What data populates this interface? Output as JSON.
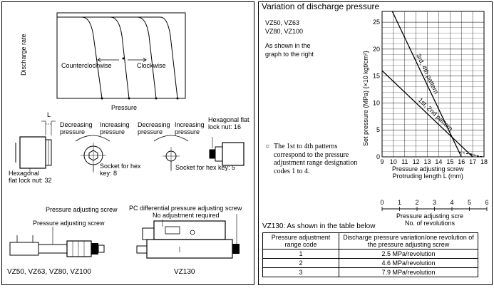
{
  "left": {
    "flow_graph": {
      "ylabel": "Discharge rate",
      "xlabel": "Pressure",
      "counterclockwise_label": "Counterclockwise",
      "clockwise_label": "Clockwise"
    },
    "dim_L": "L",
    "labels": {
      "decreasing_pressure_1": "Decreasing\npressure",
      "increasing_pressure_1": "Increasing\npressure",
      "decreasing_pressure_2": "Decreasing\npressure",
      "increasing_pressure_2": "Increasing\npressure",
      "hex_flat_lock_nut_16": "Hexagonal flat\nlock nut: 16",
      "hex_flat_lock_nut_32": "Hexagonal\nflat lock nut: 32",
      "socket_hex_key_8": "Socket for hex\nkey: 8",
      "socket_hex_key_5": "Socket for hex key: 5",
      "pressure_adjusting_screw_1": "Pressure adjusting screw",
      "pc_differential_screw": "PC differential pressure adjusting screw",
      "no_adjustment": "No adjustment required",
      "pressure_adjusting_screw_2": "Pressure adjusting screw",
      "models_left": "VZ50, VZ63, VZ80, VZ100",
      "model_right": "VZ130"
    }
  },
  "right": {
    "title": "Variation of discharge pressure",
    "models": "VZ50, VZ63\nVZ80, VZ100",
    "graph_note": "As shown in the\ngraph to the right",
    "patterns_note": "The 1st to 4th patterns correspond to the pressure adjustment range designation codes 1 to 4.",
    "table_caption": "VZ130: As shown in the table below",
    "table": {
      "headers": [
        "Pressure adjustment range code",
        "Discharge pressure variation/one revolution of the pressure adjusting screw"
      ],
      "rows": [
        [
          "1",
          "2.5 MPa/revolution"
        ],
        [
          "2",
          "4.6 MPa/revolution"
        ],
        [
          "3",
          "7.9 MPa/revolution"
        ]
      ]
    }
  },
  "chart_data": {
    "type": "line",
    "ylabel": "Set pressure (MPa) {×10 kgf/cm²}",
    "xlabel": "Pressure adjusting screw\nProtruding length L (mm)",
    "x2label": "Pressure adjusting scre\nNo. of revolutions",
    "xlim": [
      9,
      18
    ],
    "ylim": [
      0,
      27
    ],
    "x_ticks": [
      "9",
      "10",
      "11",
      "12",
      "13",
      "14",
      "15",
      "16",
      "17",
      "18"
    ],
    "y_ticks": [
      "0",
      "5",
      "10",
      "15",
      "20",
      "25"
    ],
    "x2_ticks": [
      "0",
      "1",
      "2",
      "3",
      "4",
      "5",
      "6"
    ],
    "grid": true,
    "series": [
      {
        "name": "3rd, 4th pattern",
        "x": [
          9.9,
          16.0
        ],
        "y": [
          27.0,
          0.0
        ],
        "dashed_to": [
          17.9,
          0.0
        ]
      },
      {
        "name": "1st, 2nd pattern",
        "x": [
          9.0,
          17.0
        ],
        "y": [
          16.0,
          0.0
        ],
        "dashed_to": [
          17.6,
          0.0
        ]
      }
    ]
  }
}
